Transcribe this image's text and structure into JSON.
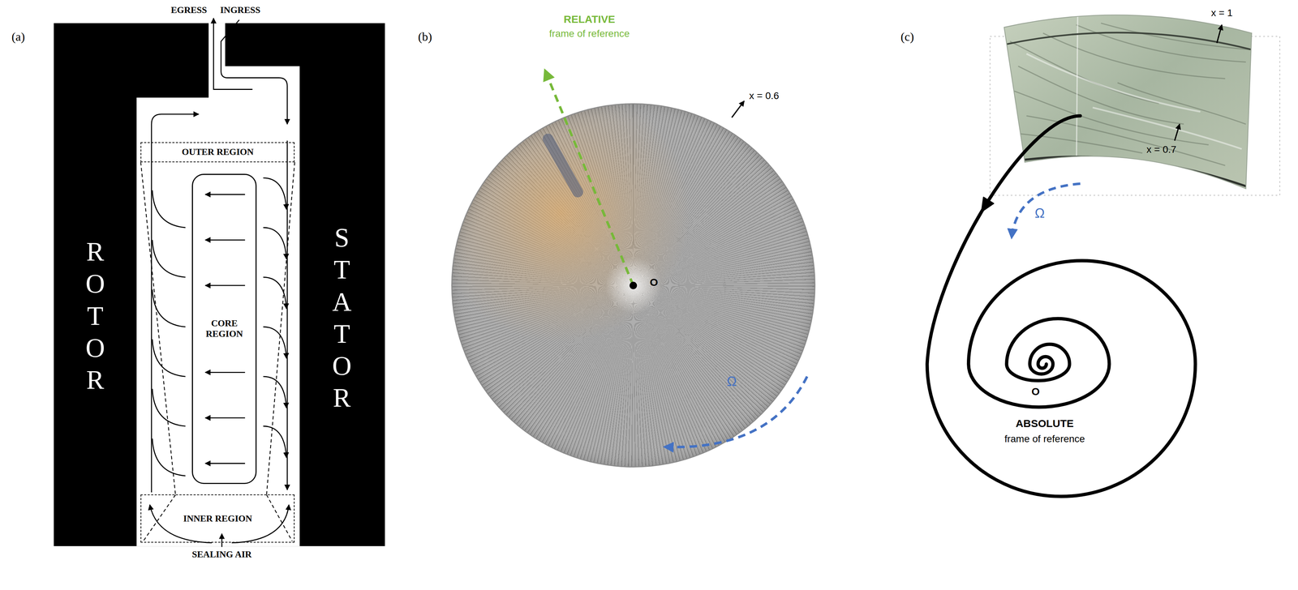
{
  "diagram": {
    "nodes": [
      {
        "text": [
          "OUTER REGION"
        ]
      },
      {
        "text": [
          "CORE REGION"
        ]
      },
      {
        "text": [
          "INNER REGION"
        ]
      }
    ],
    "labels": [
      "(a)",
      "(b)",
      "(c)",
      "EGRESS",
      "INGRESS",
      "ROTOR",
      "STATOR",
      "SEALING AIR",
      "RELATIVE",
      "frame of reference",
      "x = 0.6",
      "O",
      "Ω",
      "x = 1",
      "x = 0.7",
      "Ω",
      "O",
      "ABSOLUTE",
      "frame of reference"
    ]
  }
}
